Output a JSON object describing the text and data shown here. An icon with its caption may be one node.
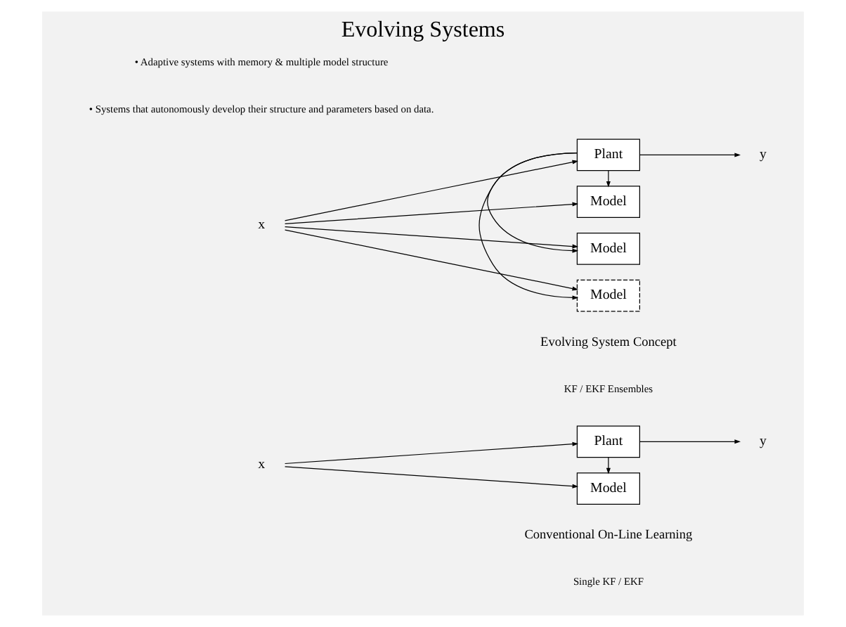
{
  "diagram": {
    "title": "Evolving Systems",
    "nodes": [
      {
        "text": [
          "x"
        ]
      },
      {
        "text": [
          "Model"
        ]
      },
      {
        "text": [
          "Plant"
        ]
      },
      {
        "text": [
          "y"
        ]
      },
      {
        "text": [
          "x"
        ]
      },
      {
        "text": [
          "Model"
        ]
      },
      {
        "text": [
          "Model"
        ]
      },
      {
        "text": [
          "Model"
        ]
      },
      {
        "text": [
          "Plant"
        ]
      },
      {
        "text": [
          "y"
        ]
      }
    ],
    "edges": [
      {
        "from": 0,
        "to": 2,
        "arrow": "to"
      },
      {
        "from": 0,
        "to": 1,
        "arrow": "to"
      },
      {
        "from": 2,
        "to": 3,
        "arrow": "to"
      },
      {
        "from": 2,
        "to": 1,
        "arrow": "to"
      },
      {
        "from": 4,
        "to": 8,
        "arrow": "to"
      },
      {
        "from": 4,
        "to": 5,
        "arrow": "to"
      },
      {
        "from": 4,
        "to": 6,
        "arrow": "to"
      },
      {
        "from": 4,
        "to": 7,
        "arrow": "to"
      },
      {
        "from": 8,
        "to": 9,
        "arrow": "to"
      },
      {
        "from": 8,
        "to": 5,
        "arrow": "to"
      },
      {
        "from": 8,
        "to": 6,
        "arrow": "to"
      },
      {
        "from": 8,
        "to": 7,
        "arrow": "to"
      }
    ],
    "labels": [
      "Conventional On-Line Learning",
      "Evolving System Concept",
      "Single KF / EKF",
      "KF / EKF Ensembles",
      "• Systems that autonomously develop their structure and parameters based on data.",
      "• Adaptive systems with memory & multiple model structure"
    ]
  }
}
